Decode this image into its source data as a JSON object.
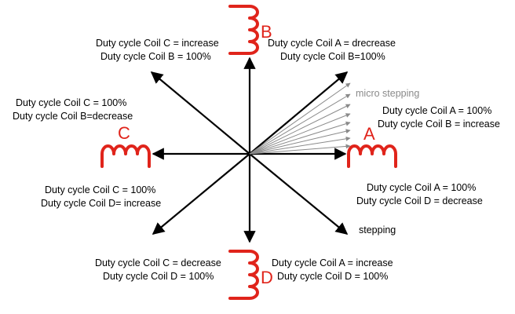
{
  "coils": {
    "A": {
      "letter": "A",
      "label_line1": "Duty cycle Coil A = 100%",
      "label_line2": "Duty cycle Coil B = increase"
    },
    "B": {
      "letter": "B"
    },
    "C": {
      "letter": "C"
    },
    "D": {
      "letter": "D"
    }
  },
  "labels": {
    "top_left_1": "Duty cycle Coil C = increase",
    "top_left_2": "Duty cycle Coil B = 100%",
    "top_right_1": "Duty cycle Coil A = drecrease",
    "top_right_2": "Duty cycle Coil B=100%",
    "left_1": "Duty cycle Coil C = 100%",
    "left_2": "Duty cycle Coil B=decrease",
    "right_1": "Duty cycle Coil A = 100%",
    "right_2": "Duty cycle Coil B = increase",
    "low_left_1": "Duty cycle Coil C = 100%",
    "low_left_2": "Duty cycle Coil D= increase",
    "low_right_1": "Duty cycle Coil A = 100%",
    "low_right_2": "Duty cycle Coil D = decrease",
    "bottom_left_1": "Duty cycle Coil C = decrease",
    "bottom_left_2": "Duty cycle Coil D = 100%",
    "bottom_right_1": "Duty cycle Coil A = increase",
    "bottom_right_2": "Duty cycle Coil D = 100%",
    "micro_stepping": "micro stepping",
    "stepping": "stepping"
  },
  "colors": {
    "coil": "#e0241b",
    "arrow": "#000000",
    "micro_arrow": "#8a8a8a"
  }
}
